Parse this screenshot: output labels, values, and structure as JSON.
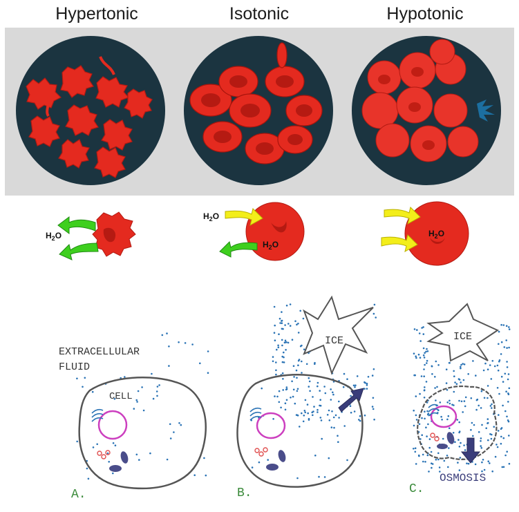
{
  "headers": {
    "hypertonic": "Hypertonic",
    "isotonic": "Isotonic",
    "hypotonic": "Hypotonic"
  },
  "molecule": {
    "water": "H2O",
    "subscript": "2"
  },
  "bottom": {
    "extracellular_line1": "EXTRACELLULAR",
    "extracellular_line2": "FLUID",
    "cell_label": "CELL",
    "ice_label": "ICE",
    "osmosis_label": "OSMOSIS",
    "panel_a": "A.",
    "panel_b": "B.",
    "panel_c": "C."
  },
  "colors": {
    "panel_bg": "#d9d9d9",
    "dish": "#1b3440",
    "cell_red": "#e42a1f",
    "arrow_green": "#3ecf1e",
    "arrow_yellow": "#f3ee1a",
    "dot_blue": "#2a73b5",
    "nucleus": "#cc3fbf",
    "osmosis_arrow": "#3a3d7a",
    "panel_letter": "#3a8a3a"
  }
}
